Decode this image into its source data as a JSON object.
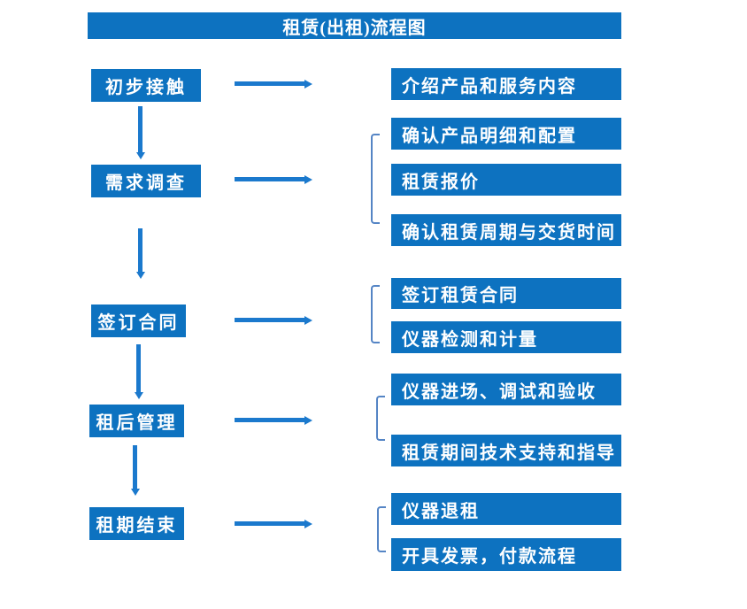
{
  "title": "租赁(出租)流程图",
  "colors": {
    "box_blue": "#0d72c0",
    "arrow_blue": "#1b79cd",
    "bracket_blue": "#5585c5",
    "text_white": "#ffffff",
    "background": "#ffffff"
  },
  "flow": {
    "steps": [
      {
        "label": "初步接触",
        "details": [
          "介绍产品和服务内容"
        ]
      },
      {
        "label": "需求调查",
        "details": [
          "确认产品明细和配置",
          "租赁报价",
          "确认租赁周期与交货时间"
        ]
      },
      {
        "label": "签订合同",
        "details": [
          "签订租赁合同",
          "仪器检测和计量"
        ]
      },
      {
        "label": "租后管理",
        "details": [
          "仪器进场、调试和验收",
          "租赁期间技术支持和指导"
        ]
      },
      {
        "label": "租期结束",
        "details": [
          "仪器退租",
          "开具发票，付款流程"
        ]
      }
    ]
  }
}
